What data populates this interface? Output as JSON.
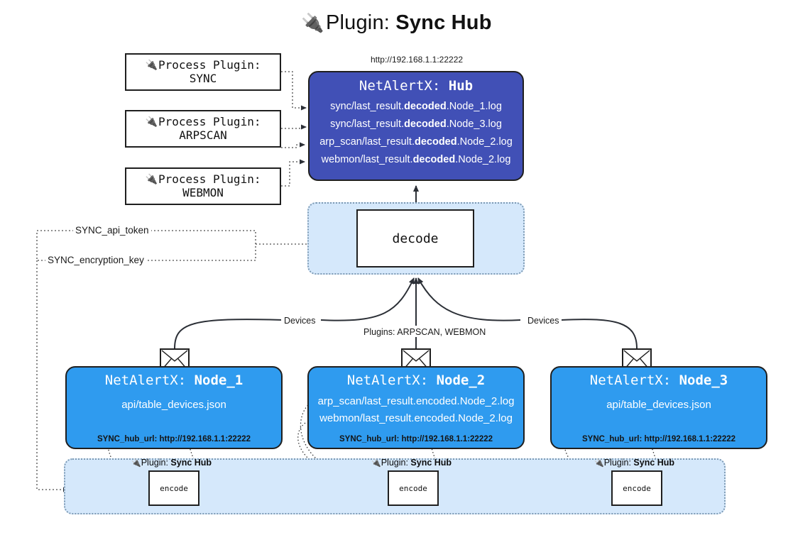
{
  "header": {
    "plug_icon": "🔌",
    "title_prefix": "Plugin: ",
    "title_name": "Sync Hub"
  },
  "hub": {
    "url": "http://192.168.1.1:22222",
    "title_prefix": "NetAlertX: ",
    "title_name": "Hub",
    "log_lines": [
      {
        "pre": "sync/last_result.",
        "bold": "decoded",
        "post": ".Node_1.log"
      },
      {
        "pre": "sync/last_result.",
        "bold": "decoded",
        "post": ".Node_3.log"
      },
      {
        "pre": "arp_scan/last_result.",
        "bold": "decoded",
        "post": ".Node_2.log"
      },
      {
        "pre": "webmon/last_result.",
        "bold": "decoded",
        "post": ".Node_2.log"
      }
    ]
  },
  "process_plugins": [
    {
      "icon": "🔌",
      "line1": "Process Plugin:",
      "line2": "SYNC"
    },
    {
      "icon": "🔌",
      "line1": "Process Plugin:",
      "line2": "ARPSCAN"
    },
    {
      "icon": "🔌",
      "line1": "Process Plugin:",
      "line2": "WEBMON"
    }
  ],
  "decode": {
    "label": "decode"
  },
  "settings": {
    "api_token_label": "SYNC_api_token",
    "encryption_key_label": "SYNC_encryption_key"
  },
  "edge_labels": {
    "devices_left": "Devices",
    "plugins_middle": "Plugins: ARPSCAN, WEBMON",
    "devices_right": "Devices"
  },
  "nodes": [
    {
      "title_prefix": "NetAlertX: ",
      "title_name": "Node_1",
      "lines": [
        "api/table_devices.json"
      ],
      "hub_url": "SYNC_hub_url: http://192.168.1.1:22222",
      "icon": "envelope-icon"
    },
    {
      "title_prefix": "NetAlertX: ",
      "title_name": "Node_2",
      "lines": [
        "arp_scan/last_result.encoded.Node_2.log",
        "webmon/last_result.encoded.Node_2.log"
      ],
      "hub_url": "SYNC_hub_url: http://192.168.1.1:22222",
      "icon": "envelope-icon"
    },
    {
      "title_prefix": "NetAlertX: ",
      "title_name": "Node_3",
      "lines": [
        "api/table_devices.json"
      ],
      "hub_url": "SYNC_hub_url: http://192.168.1.1:22222",
      "icon": "envelope-icon"
    }
  ],
  "encoders": [
    {
      "caption_icon": "🔌",
      "caption_prefix": "Plugin: ",
      "caption_name": "Sync Hub",
      "label": "encode"
    },
    {
      "caption_icon": "🔌",
      "caption_prefix": "Plugin: ",
      "caption_name": "Sync Hub",
      "label": "encode"
    },
    {
      "caption_icon": "🔌",
      "caption_prefix": "Plugin: ",
      "caption_name": "Sync Hub",
      "label": "encode"
    }
  ],
  "colors": {
    "hub_fill": "#4150b6",
    "node_fill": "#2f9bef",
    "container_fill": "#d5e8fb",
    "container_border": "#7d9ab4",
    "stroke": "#1f1f1f"
  }
}
